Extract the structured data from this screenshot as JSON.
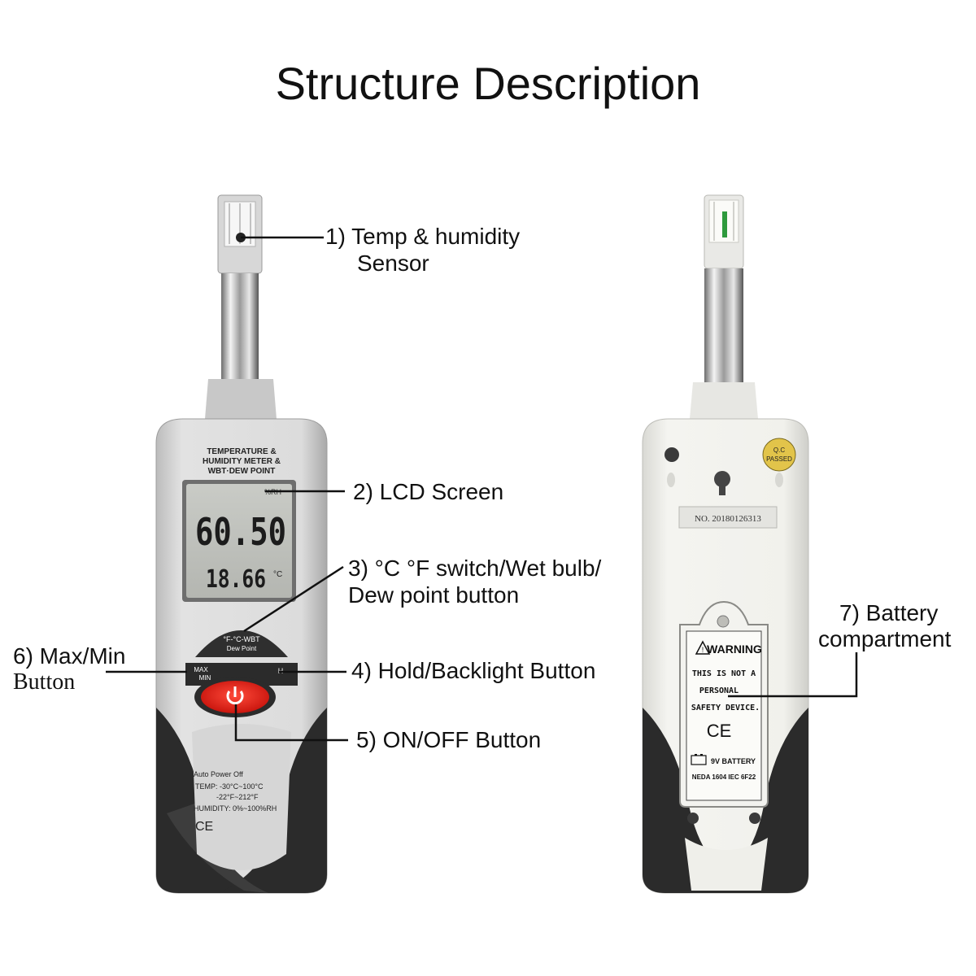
{
  "title": "Structure Description",
  "front": {
    "header_lines": [
      "TEMPERATURE &",
      "HUMIDITY METER &",
      "WBT·DEW POINT"
    ],
    "lcd_main": "60.50",
    "lcd_secondary": "18.66",
    "lcd_unit": "°C",
    "lcd_indicator": "%RH",
    "wbt_button_top": "°F-°C-WBT",
    "wbt_button_bottom": "Dew Point",
    "max_label": "MAX",
    "min_label": "MIN",
    "hold_label": "H",
    "spec_lines": [
      "Auto Power Off",
      "TEMP: -30°C~100°C",
      "-22°F~212°F",
      "HUMIDITY: 0%~100%RH"
    ],
    "ce_mark": "CE"
  },
  "back": {
    "serial": "NO. 20180126313",
    "qc_sticker": [
      "Q.C",
      "PASSED"
    ],
    "warning_title": "WARNING",
    "warning_lines": [
      "THIS IS NOT A",
      "PERSONAL",
      "SAFETY DEVICE."
    ],
    "ce_mark": "CE",
    "battery_label": "9V BATTERY",
    "battery_spec": "NEDA 1604 IEC 6F22"
  },
  "callouts": {
    "sensor": [
      "1) Temp & humidity",
      "Sensor"
    ],
    "lcd": "2) LCD Screen",
    "switch": [
      "3) °C °F switch/Wet bulb/",
      "Dew point button"
    ],
    "hold": "4) Hold/Backlight Button",
    "power": "5) ON/OFF Button",
    "maxmin": [
      "6) Max/Min",
      "Button"
    ],
    "battery": [
      "7) Battery",
      "compartment"
    ]
  }
}
